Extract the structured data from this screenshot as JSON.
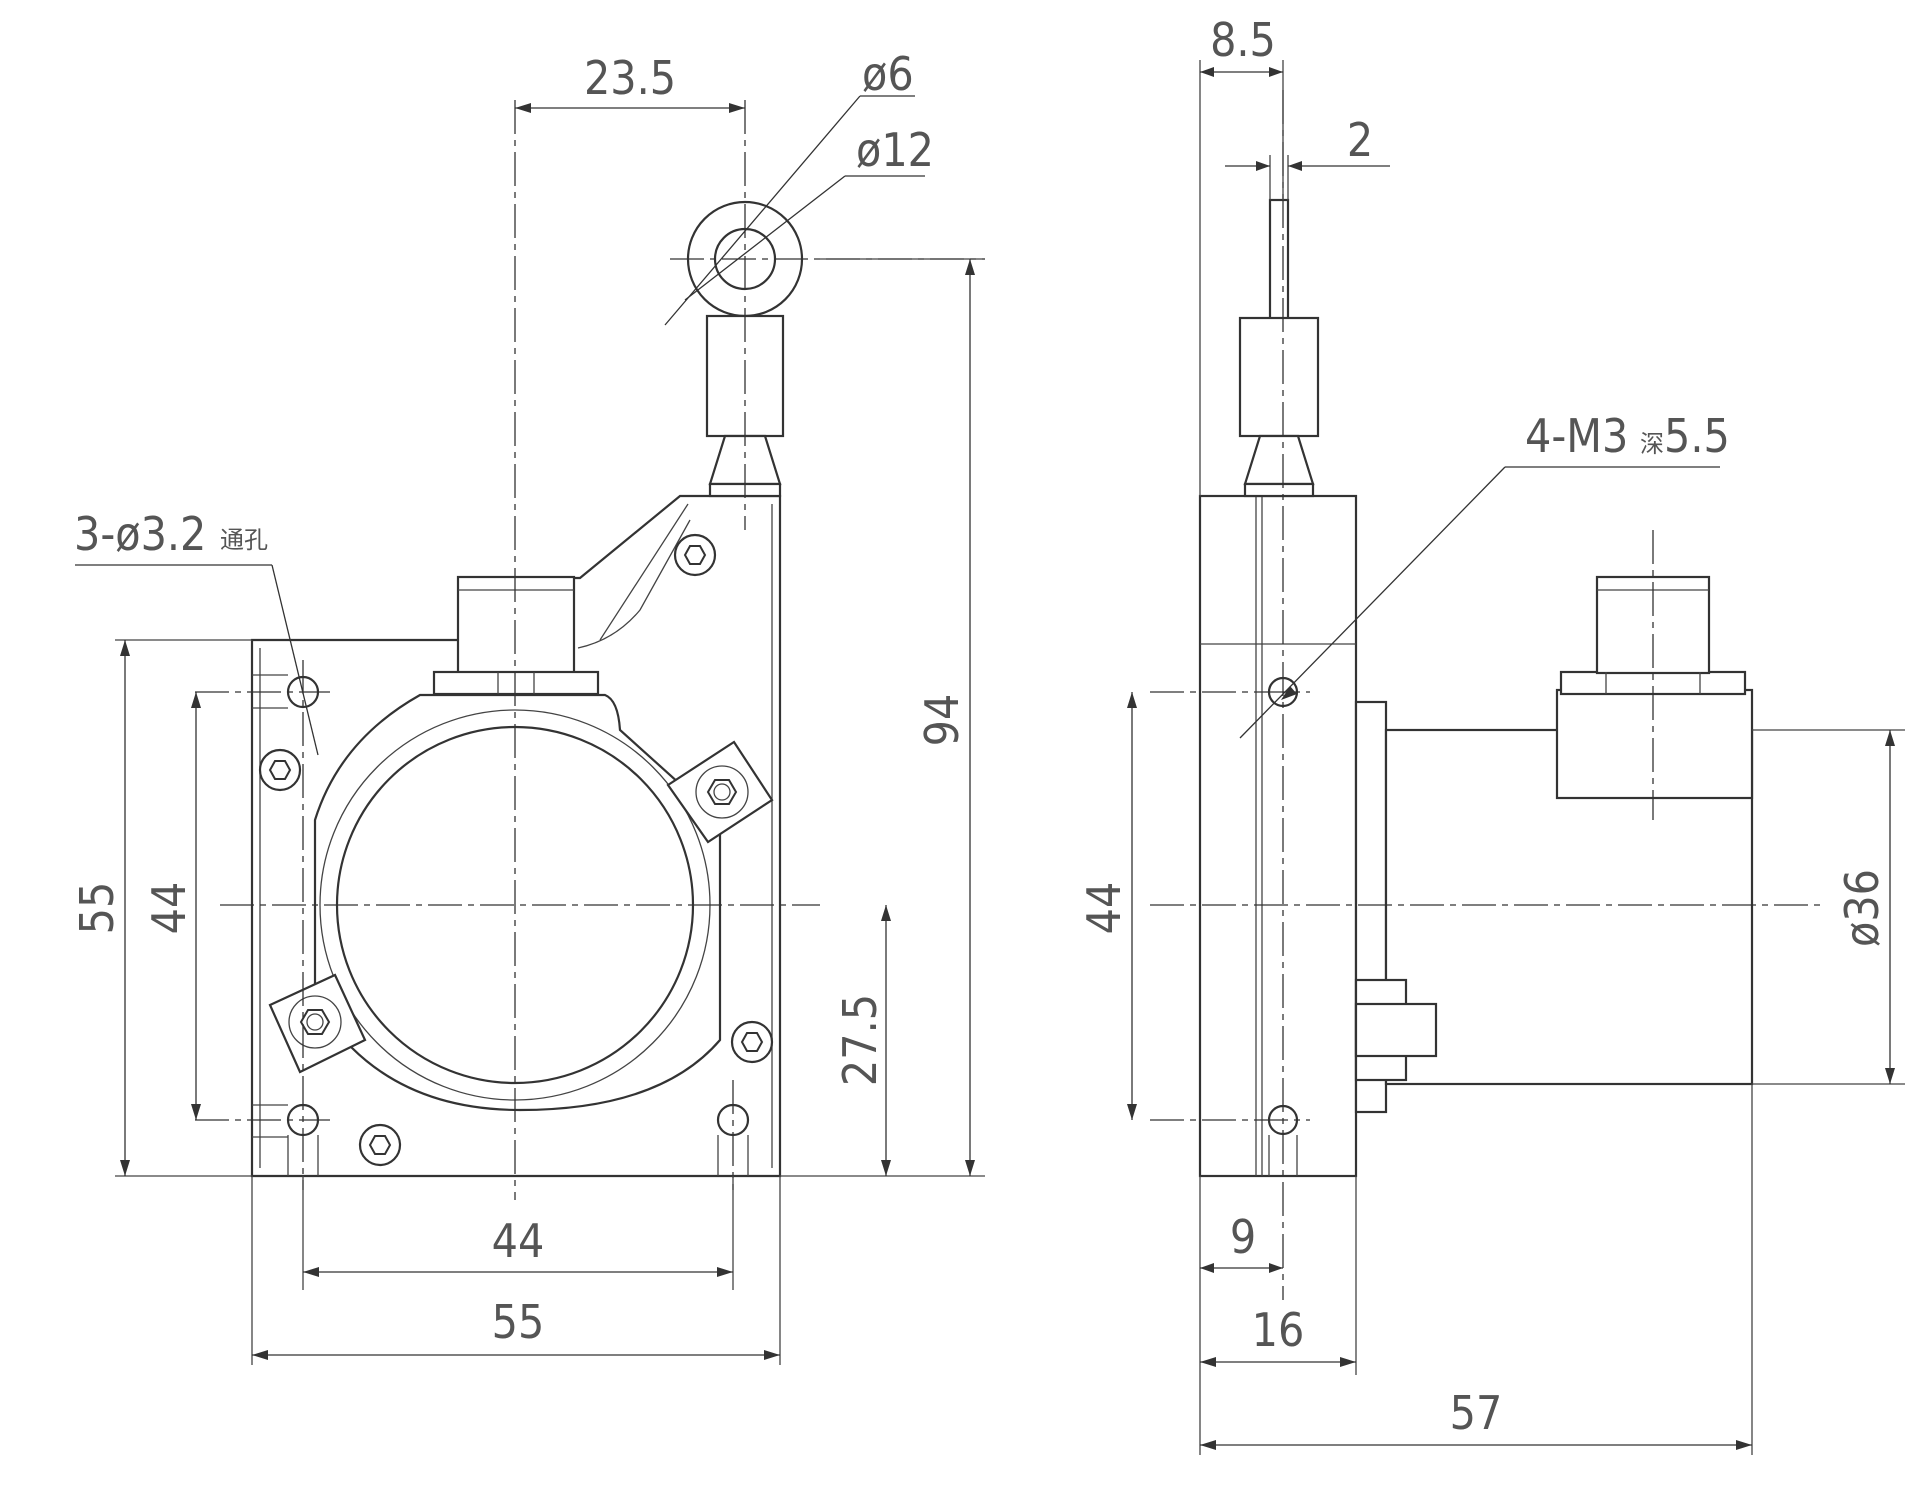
{
  "dimensions": {
    "front_cable_offset": "23.5",
    "ring_inner_dia": "ø6",
    "ring_outer_dia": "ø12",
    "front_total_height": "94",
    "front_body_height": "55",
    "front_hole_vertical": "44",
    "front_center_height": "27.5",
    "front_hole_horizontal": "44",
    "front_body_width": "55",
    "mount_hole_note": "3-ø3.2",
    "mount_hole_note_suffix": "通孔",
    "side_top_width": "8.5",
    "side_cable_thickness": "2",
    "side_thread_note": "4-M3",
    "side_thread_depth_glyph": "深",
    "side_thread_depth": "5.5",
    "side_hole_vertical": "44",
    "side_hole_offset": "9",
    "side_body_depth": "16",
    "side_total_depth": "57",
    "encoder_dia": "ø36"
  }
}
